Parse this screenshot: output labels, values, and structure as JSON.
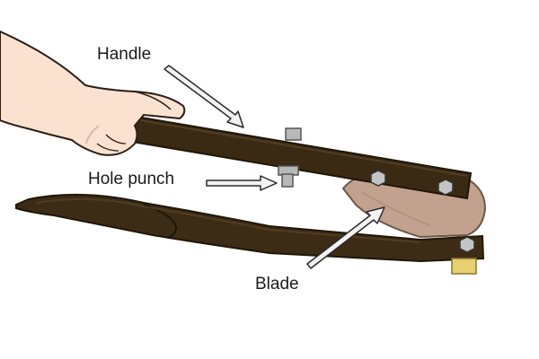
{
  "labels": {
    "handle": "Handle",
    "hole_punch": "Hole punch",
    "blade": "Blade"
  },
  "colors": {
    "background": "#ffffff",
    "tool_dark": "#3a2a14",
    "tool_mid": "#4b3820",
    "blade": "#c2a28f",
    "skin": "#fbe2d0",
    "arrow_fill": "#f2f2f2",
    "arrow_stroke": "#2a2a2a",
    "bolt": "#b8b8b8",
    "wear_pad": "#e8d070"
  },
  "icons": [
    "hand-illustration",
    "handle-bar",
    "lower-jaw-bar",
    "blade-shape",
    "hole-punch-bolt",
    "bolts",
    "wear-pad"
  ]
}
